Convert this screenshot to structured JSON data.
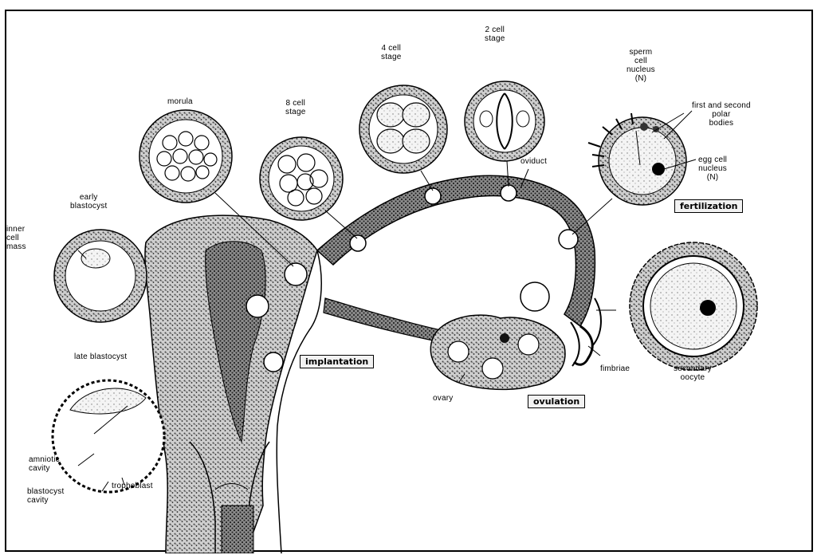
{
  "labels": {
    "morula": "morula",
    "eight_cell_stage": "8 cell\nstage",
    "four_cell_stage": "4 cell\nstage",
    "two_cell_stage": "2 cell\nstage",
    "sperm_cell_nucleus": "sperm\ncell\nnucleus\n(N)",
    "first_second_polar_bodies": "first and second\npolar\nbodies",
    "egg_cell_nucleus": "egg cell\nnucleus\n(N)",
    "oviduct": "oviduct",
    "early_blastocyst": "early\nblastocyst",
    "inner_cell_mass": "inner\ncell\nmass",
    "late_blastocyst": "late blastocyst",
    "amniotic_cavity": "amniotic\ncavity",
    "blastocyst_cavity": "blastocyst\ncavity",
    "trophoblast": "trophoblast",
    "ovary": "ovary",
    "fimbriae": "fimbriae",
    "secondary_oocyte": "secondary\noocyte"
  },
  "process_boxes": {
    "fertilization": "fertilization",
    "implantation": "implantation",
    "ovulation": "ovulation"
  }
}
